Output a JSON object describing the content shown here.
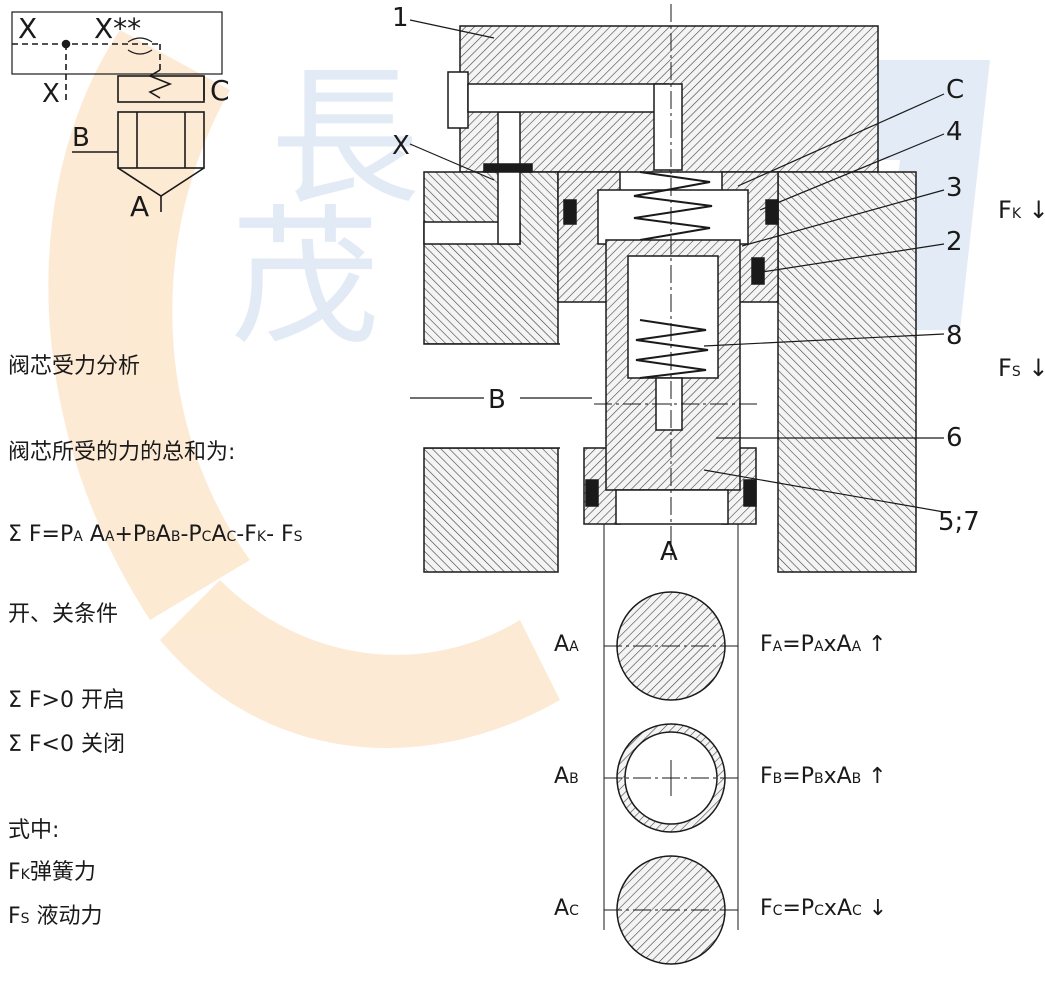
{
  "symbol": {
    "x": "X",
    "x2": "X**",
    "x3": "X",
    "c": "C",
    "b": "B",
    "a": "A"
  },
  "parts": {
    "p1": "1",
    "c": "C",
    "p4": "4",
    "p3": "3",
    "p2": "2",
    "p8": "8",
    "p6": "6",
    "p57": "5;7",
    "x": "X",
    "b": "B",
    "a": "A"
  },
  "forces_side": {
    "fk": {
      "main": "F",
      "sub": "K",
      "arrow": "↓"
    },
    "fs": {
      "main": "F",
      "sub": "S",
      "arrow": "↓"
    }
  },
  "text": {
    "title": "阀芯受力分析",
    "sum_intro": "阀芯所受的力的总和为:",
    "formula": [
      {
        "t": "Σ F=P",
        "s": false
      },
      {
        "t": "A",
        "s": true
      },
      {
        "t": " A",
        "s": false
      },
      {
        "t": "A",
        "s": true
      },
      {
        "t": "+P",
        "s": false
      },
      {
        "t": "B",
        "s": true
      },
      {
        "t": "A",
        "s": false
      },
      {
        "t": "B",
        "s": true
      },
      {
        "t": "-P",
        "s": false
      },
      {
        "t": "C",
        "s": true
      },
      {
        "t": "A",
        "s": false
      },
      {
        "t": "C",
        "s": true
      },
      {
        "t": "-F",
        "s": false
      },
      {
        "t": "K",
        "s": true
      },
      {
        "t": "- F",
        "s": false
      },
      {
        "t": "S",
        "s": true
      }
    ],
    "cond_title": "开、关条件",
    "open": "Σ F>0 开启",
    "close": "Σ F<0 关闭",
    "where": "式中:",
    "fk_main": "F",
    "fk_sub": "K",
    "fk_desc": "弹簧力",
    "fs_main": "F",
    "fs_sub": "S",
    "fs_desc": " 液动力"
  },
  "areas": [
    {
      "label_main": "A",
      "label_sub": "A",
      "eq": [
        {
          "t": "F",
          "s": false
        },
        {
          "t": "A",
          "s": true
        },
        {
          "t": "=P",
          "s": false
        },
        {
          "t": "A",
          "s": true
        },
        {
          "t": "xA",
          "s": false
        },
        {
          "t": "A",
          "s": true
        }
      ],
      "arrow": "↑"
    },
    {
      "label_main": "A",
      "label_sub": "B",
      "eq": [
        {
          "t": "F",
          "s": false
        },
        {
          "t": "B",
          "s": true
        },
        {
          "t": "=P",
          "s": false
        },
        {
          "t": "B",
          "s": true
        },
        {
          "t": "xA",
          "s": false
        },
        {
          "t": "B",
          "s": true
        }
      ],
      "arrow": "↑"
    },
    {
      "label_main": "A",
      "label_sub": "C",
      "eq": [
        {
          "t": "F",
          "s": false
        },
        {
          "t": "C",
          "s": true
        },
        {
          "t": "=P",
          "s": false
        },
        {
          "t": "C",
          "s": true
        },
        {
          "t": "xA",
          "s": false
        },
        {
          "t": "C",
          "s": true
        }
      ],
      "arrow": "↓"
    }
  ],
  "watermark": {
    "c1": "長",
    "c2": "茂"
  }
}
